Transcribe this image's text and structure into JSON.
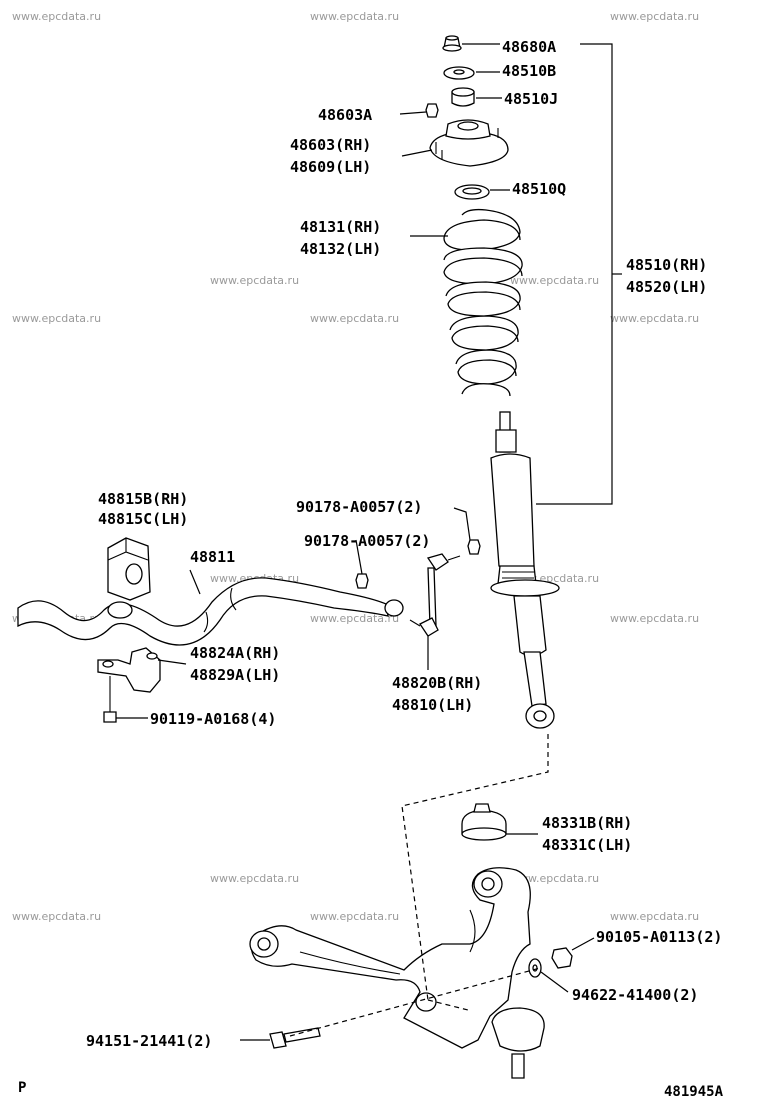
{
  "watermark": "www.epcdata.ru",
  "labels": {
    "p48680A": "48680A",
    "p48510B": "48510B",
    "p48510J": "48510J",
    "p48603A": "48603A",
    "p48603RH": "48603(RH)",
    "p48609LH": "48609(LH)",
    "p48510Q": "48510Q",
    "p48131RH": "48131(RH)",
    "p48132LH": "48132(LH)",
    "p48510RH": "48510(RH)",
    "p48520LH": "48520(LH)",
    "p48815B": "48815B(RH)",
    "p48815C": "48815C(LH)",
    "p48811": "48811",
    "p90178a": "90178-A0057(2)",
    "p90178b": "90178-A0057(2)",
    "p48824A": "48824A(RH)",
    "p48829A": "48829A(LH)",
    "p90119": "90119-A0168(4)",
    "p48820B": "48820B(RH)",
    "p48810": "48810(LH)",
    "p48331B": "48331B(RH)",
    "p48331C": "48331C(LH)",
    "p90105": "90105-A0113(2)",
    "p94622": "94622-41400(2)",
    "p94151": "94151-21441(2)"
  },
  "footer": {
    "left_mark": "P",
    "figure_id": "481945A"
  }
}
